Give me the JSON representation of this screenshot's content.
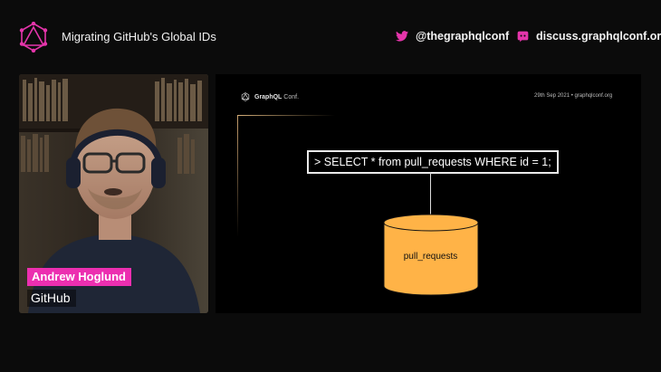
{
  "header": {
    "talk_title": "Migrating GitHub's Global IDs",
    "twitter_handle": "@thegraphqlconf",
    "discuss_link": "discuss.graphqlconf.org"
  },
  "speaker": {
    "name": "Andrew Hoglund",
    "organization": "GitHub"
  },
  "slide": {
    "brand_prefix": "GraphQL",
    "brand_suffix": "Conf.",
    "date_site": "29th Sep 2021 • graphqlconf.org",
    "query": "> SELECT * from pull_requests WHERE id = 1;",
    "table_name": "pull_requests"
  },
  "colors": {
    "accent_pink": "#ec2fb0",
    "db_orange": "#ffb347",
    "background": "#0b0b0b"
  }
}
